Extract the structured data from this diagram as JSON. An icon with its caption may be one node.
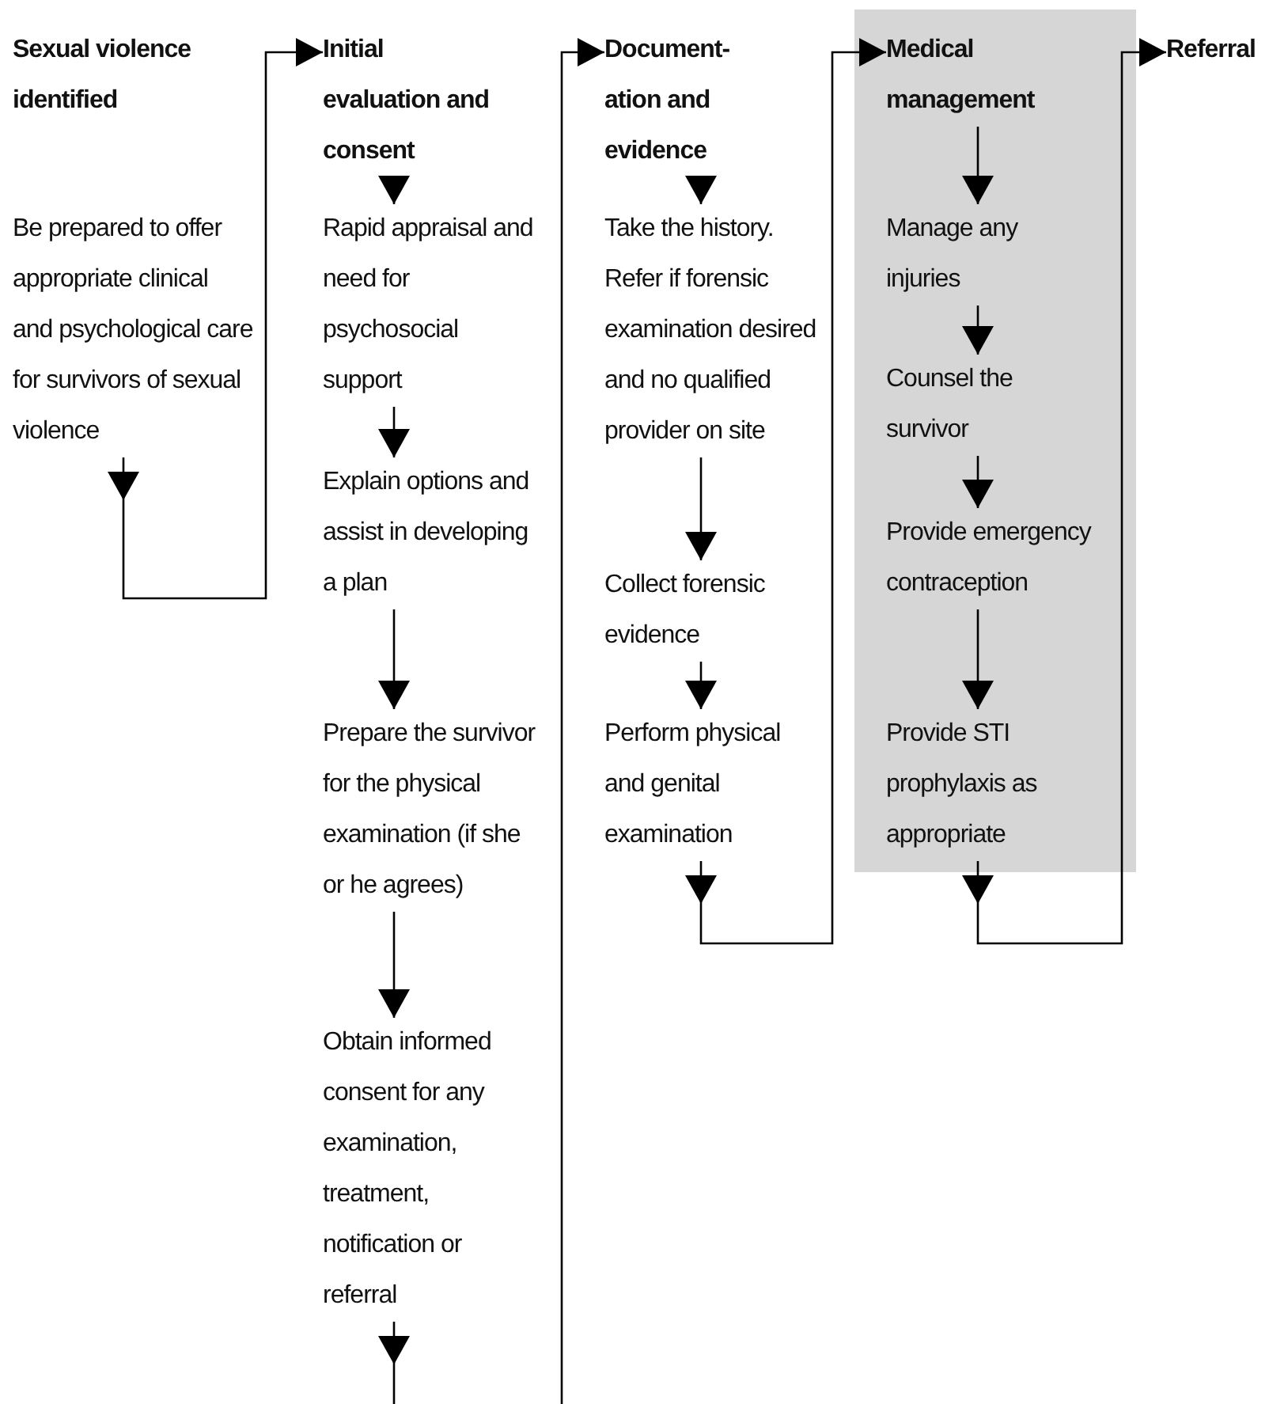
{
  "diagram": {
    "nodes": [
      {
        "text": [
          "Sexual violence identified"
        ]
      },
      {
        "text": [
          "Be prepared to offer appropriate clinical and psychological care for survivors of sexual violence"
        ]
      },
      {
        "text": [
          "Initial evaluation and consent"
        ]
      },
      {
        "text": [
          "Rapid appraisal and need for psychosocial support"
        ]
      },
      {
        "text": [
          "Explain options and assist in developing a plan"
        ]
      },
      {
        "text": [
          "Prepare the survivor for the physical examination (if she or he agrees)"
        ]
      },
      {
        "text": [
          "Obtain informed consent for any examination, treatment, notification or referral"
        ]
      },
      {
        "text": [
          "Document-ation and evidence"
        ]
      },
      {
        "text": [
          "Take the history. Refer if forensic examination desired and no qualified provider on site"
        ]
      },
      {
        "text": [
          "Collect forensic evidence"
        ]
      },
      {
        "text": [
          "Perform physical and genital examination"
        ]
      },
      {
        "text": [],
        "shape": "box"
      },
      {
        "text": [
          "Medical management"
        ],
        "in": 11
      },
      {
        "text": [
          "Manage any injuries"
        ],
        "in": 11
      },
      {
        "text": [
          "Counsel the survivor"
        ],
        "in": 11
      },
      {
        "text": [
          "Provide emergency contraception"
        ],
        "in": 11
      },
      {
        "text": [
          "Provide STI prophylaxis as appropriate"
        ],
        "in": 11
      },
      {
        "text": [
          "Referral"
        ]
      }
    ],
    "edges": [
      {
        "from": 1,
        "to": 2,
        "arrow": "to"
      },
      {
        "from": 2,
        "to": 3,
        "arrow": "to"
      },
      {
        "from": 3,
        "to": 4,
        "arrow": "to"
      },
      {
        "from": 4,
        "to": 5,
        "arrow": "to"
      },
      {
        "from": 5,
        "to": 6,
        "arrow": "to"
      },
      {
        "from": 6,
        "to": 7,
        "arrow": "to"
      },
      {
        "from": 7,
        "to": 8,
        "arrow": "to"
      },
      {
        "from": 8,
        "to": 9,
        "arrow": "to"
      },
      {
        "from": 9,
        "to": 10,
        "arrow": "to"
      },
      {
        "from": 10,
        "to": 12,
        "arrow": "to"
      },
      {
        "from": 12,
        "to": 13,
        "arrow": "to"
      },
      {
        "from": 13,
        "to": 14,
        "arrow": "to"
      },
      {
        "from": 14,
        "to": 15,
        "arrow": "to"
      },
      {
        "from": 15,
        "to": 16,
        "arrow": "to"
      },
      {
        "from": 16,
        "to": 17,
        "arrow": "to"
      }
    ]
  }
}
